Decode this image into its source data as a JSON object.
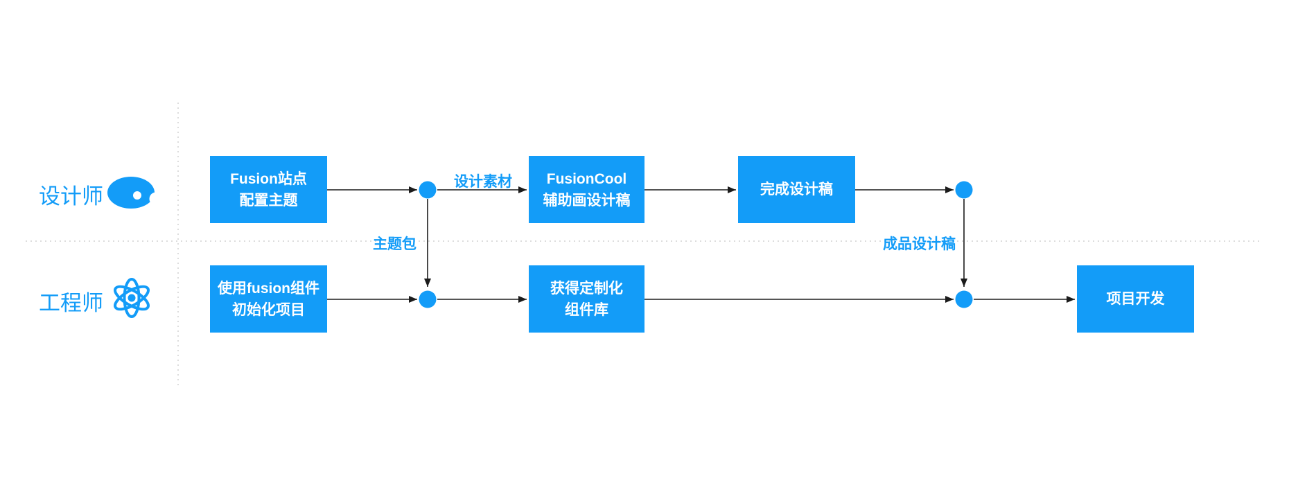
{
  "colors": {
    "accent": "#139cf8",
    "connector": "#1b1b1b",
    "divider": "#dcdcdc",
    "box_text": "#ffffff",
    "background": "#ffffff"
  },
  "lanes": {
    "designer": {
      "label": "设计师",
      "icon": "palette-icon"
    },
    "engineer": {
      "label": "工程师",
      "icon": "react-icon"
    }
  },
  "nodes": {
    "fusion_site": {
      "line1": "Fusion站点",
      "line2": "配置主题"
    },
    "fusioncool": {
      "line1": "FusionCool",
      "line2": "辅助画设计稿"
    },
    "finish_design": {
      "line1": "完成设计稿"
    },
    "init_project": {
      "line1": "使用fusion组件",
      "line2": "初始化项目"
    },
    "custom_components": {
      "line1": "获得定制化",
      "line2": "组件库"
    },
    "project_dev": {
      "line1": "项目开发"
    }
  },
  "edge_labels": {
    "design_assets": "设计素材",
    "theme_package": "主题包",
    "final_design": "成品设计稿"
  }
}
